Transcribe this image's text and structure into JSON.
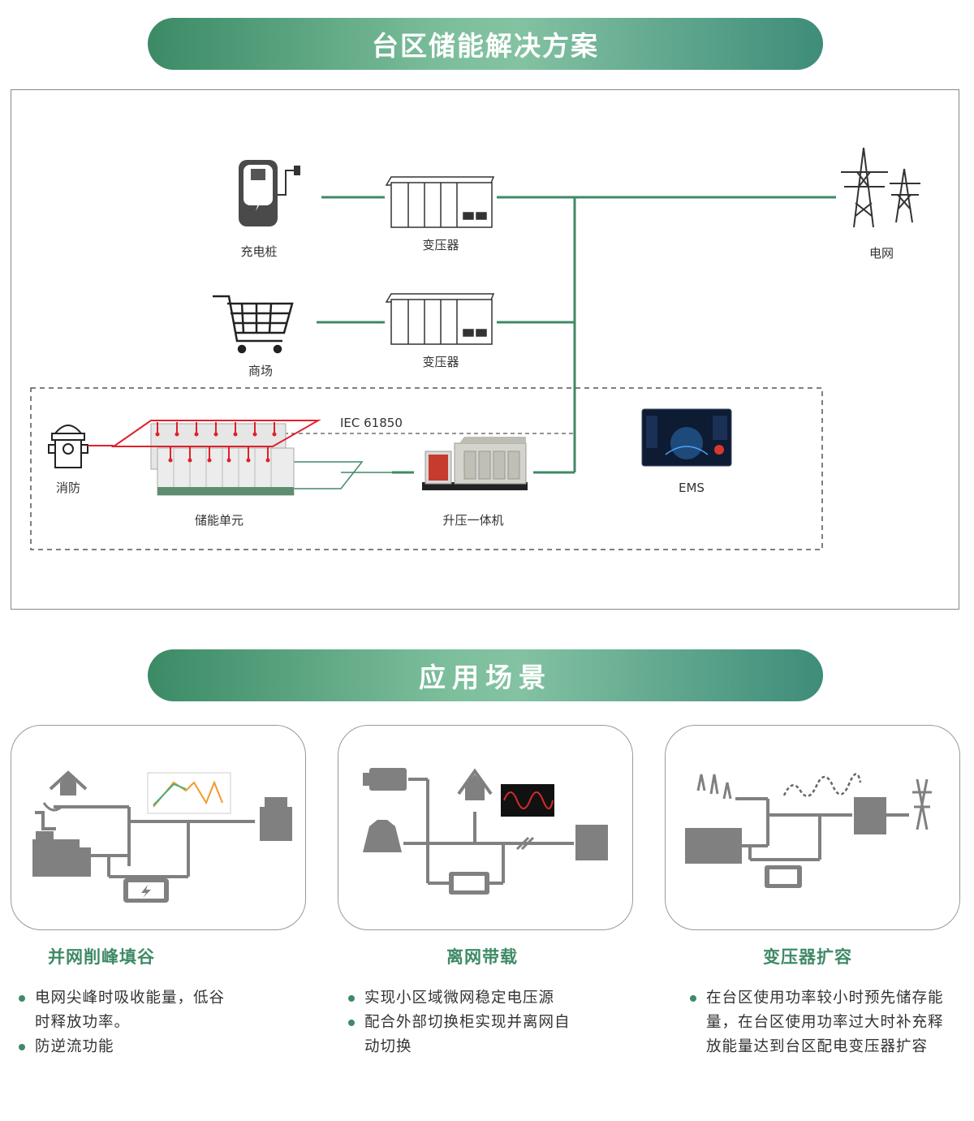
{
  "section1": {
    "title": "台区储能解决方案"
  },
  "diagram": {
    "charger": "充电桩",
    "transformer1": "变压器",
    "grid": "电网",
    "mall": "商场",
    "transformer2": "变压器",
    "protocol": "IEC 61850",
    "fire": "消防",
    "storage": "储能单元",
    "booster": "升压一体机",
    "ems": "EMS"
  },
  "section2": {
    "title": "应用场景"
  },
  "scenarios": [
    {
      "title": "并网削峰填谷",
      "bullets": [
        "电网尖峰时吸收能量，低谷时释放功率。",
        "防逆流功能"
      ]
    },
    {
      "title": "离网带载",
      "bullets": [
        "实现小区域微网稳定电压源",
        "配合外部切换柜实现并离网自动切换"
      ]
    },
    {
      "title": "变压器扩容",
      "bullets": [
        "在台区使用功率较小时预先储存能量，在台区使用功率过大时补充释放能量达到台区配电变压器扩容"
      ]
    }
  ],
  "colors": {
    "green": "#3f8a66",
    "red": "#e0202a",
    "gray": "#808080"
  }
}
